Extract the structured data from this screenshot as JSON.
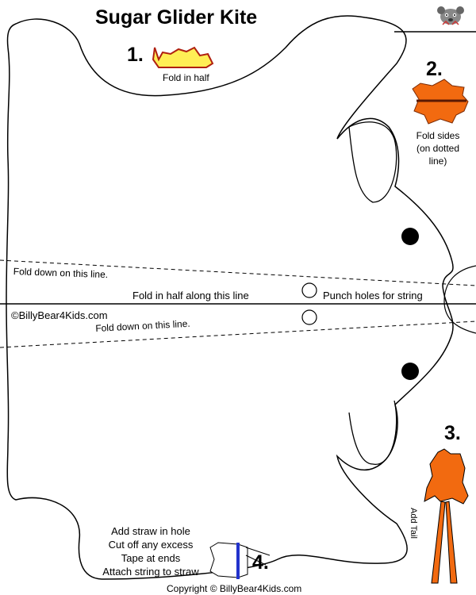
{
  "header": {
    "title": "Sugar Glider Kite"
  },
  "steps": {
    "step1": {
      "number": "1.",
      "caption": "Fold in half"
    },
    "step2": {
      "number": "2.",
      "caption_line1": "Fold sides",
      "caption_line2": "(on dotted",
      "caption_line3": "line)"
    },
    "step3": {
      "number": "3.",
      "caption": "Add Tail"
    },
    "step4": {
      "number": "4.",
      "line1": "Add straw in hole",
      "line2": "Cut off any excess",
      "line3": "Tape at ends",
      "line4": "Attach string to straw"
    }
  },
  "template": {
    "fold_down_top": "Fold down on this line.",
    "fold_center": "Fold in half along this line",
    "punch_holes": "Punch holes for string",
    "brand": "©BillyBear4Kids.com",
    "fold_down_bottom": "Fold down on this line."
  },
  "footer": {
    "copyright": "Copyright © BillyBear4Kids.com"
  },
  "colors": {
    "orange": "#f26a10",
    "yellow": "#ffee55",
    "red_brown": "#b02010",
    "blue": "#2233cc"
  },
  "icons": {
    "logo": "bear-face-icon"
  }
}
